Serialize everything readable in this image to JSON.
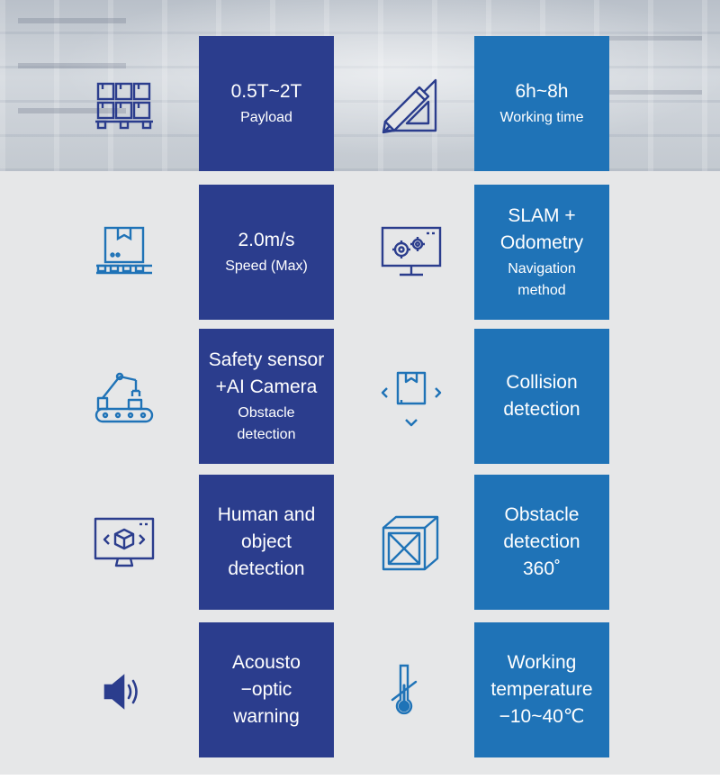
{
  "colors": {
    "navy": "#2b3d8d",
    "blue": "#1f73b7",
    "icon_navy": "#2b3d8d",
    "icon_blue": "#1f73b7",
    "background": "#e6e7e8"
  },
  "specs": [
    {
      "main": "0.5T~2T",
      "sub": "Payload",
      "icon": "pallet-boxes-icon"
    },
    {
      "main": "6h~8h",
      "sub": "Working time",
      "icon": "pencil-ruler-icon"
    },
    {
      "main": "2.0m/s",
      "sub": "Speed (Max)",
      "icon": "box-on-pallet-icon"
    },
    {
      "main": "SLAM +\nOdometry",
      "sub": "Navigation\nmethod",
      "icon": "monitor-gears-icon"
    },
    {
      "main": "Safety sensor\n+AI Camera",
      "sub": "Obstacle\ndetection",
      "icon": "robot-arm-conveyor-icon"
    },
    {
      "main": "Collision\ndetection",
      "sub": "",
      "icon": "box-arrows-icon"
    },
    {
      "main": "Human and\nobject\ndetection",
      "sub": "",
      "icon": "monitor-cube-icon"
    },
    {
      "main": "Obstacle\ndetection\n360˚",
      "sub": "",
      "icon": "crate-icon"
    },
    {
      "main": "Acousto\n−optic\nwarning",
      "sub": "",
      "icon": "speaker-icon"
    },
    {
      "main": "Working\ntemperature\n−10~40℃",
      "sub": "",
      "icon": "thermometer-icon"
    }
  ]
}
